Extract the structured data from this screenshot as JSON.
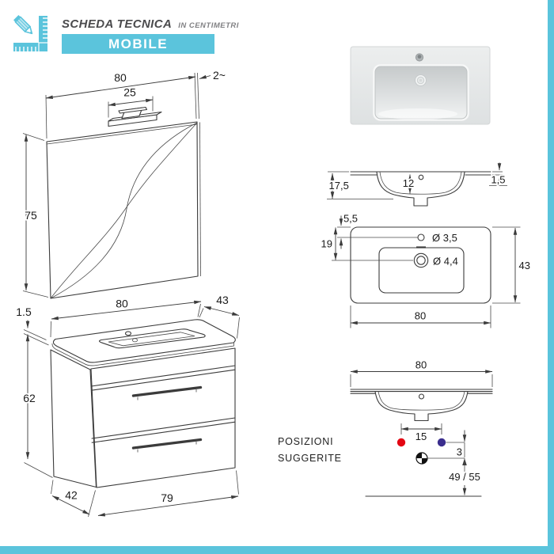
{
  "header": {
    "title": "SCHEDA TECNICA",
    "subtitle": "IN CENTIMETRI",
    "banner": "MOBILE"
  },
  "colors": {
    "teal": "#5BC4DC",
    "red": "#E30613",
    "blue": "#3A2D8D",
    "line": "#3B3B3B"
  },
  "mirror": {
    "width": "80",
    "lamp_width": "25",
    "thickness": "2~",
    "height": "75"
  },
  "cabinet": {
    "top_width": "80",
    "top_depth": "43",
    "top_thickness": "1.5",
    "height": "62",
    "bottom_depth": "42",
    "bottom_width": "79"
  },
  "section": {
    "total_depth": "17,5",
    "basin_depth": "12",
    "edge_thickness": "1,5"
  },
  "top_view": {
    "tap_offset": "5,5",
    "drain_offset": "19",
    "tap_hole_diameter": "Ø 3,5",
    "drain_hole_diameter": "Ø 4,4",
    "depth": "43",
    "width": "80"
  },
  "positions": {
    "width": "80",
    "tap_spacing": "15",
    "drain_drop": "3",
    "drain_height": "49 / 55",
    "caption_line1": "POSIZIONI",
    "caption_line2": "SUGGERITE"
  }
}
